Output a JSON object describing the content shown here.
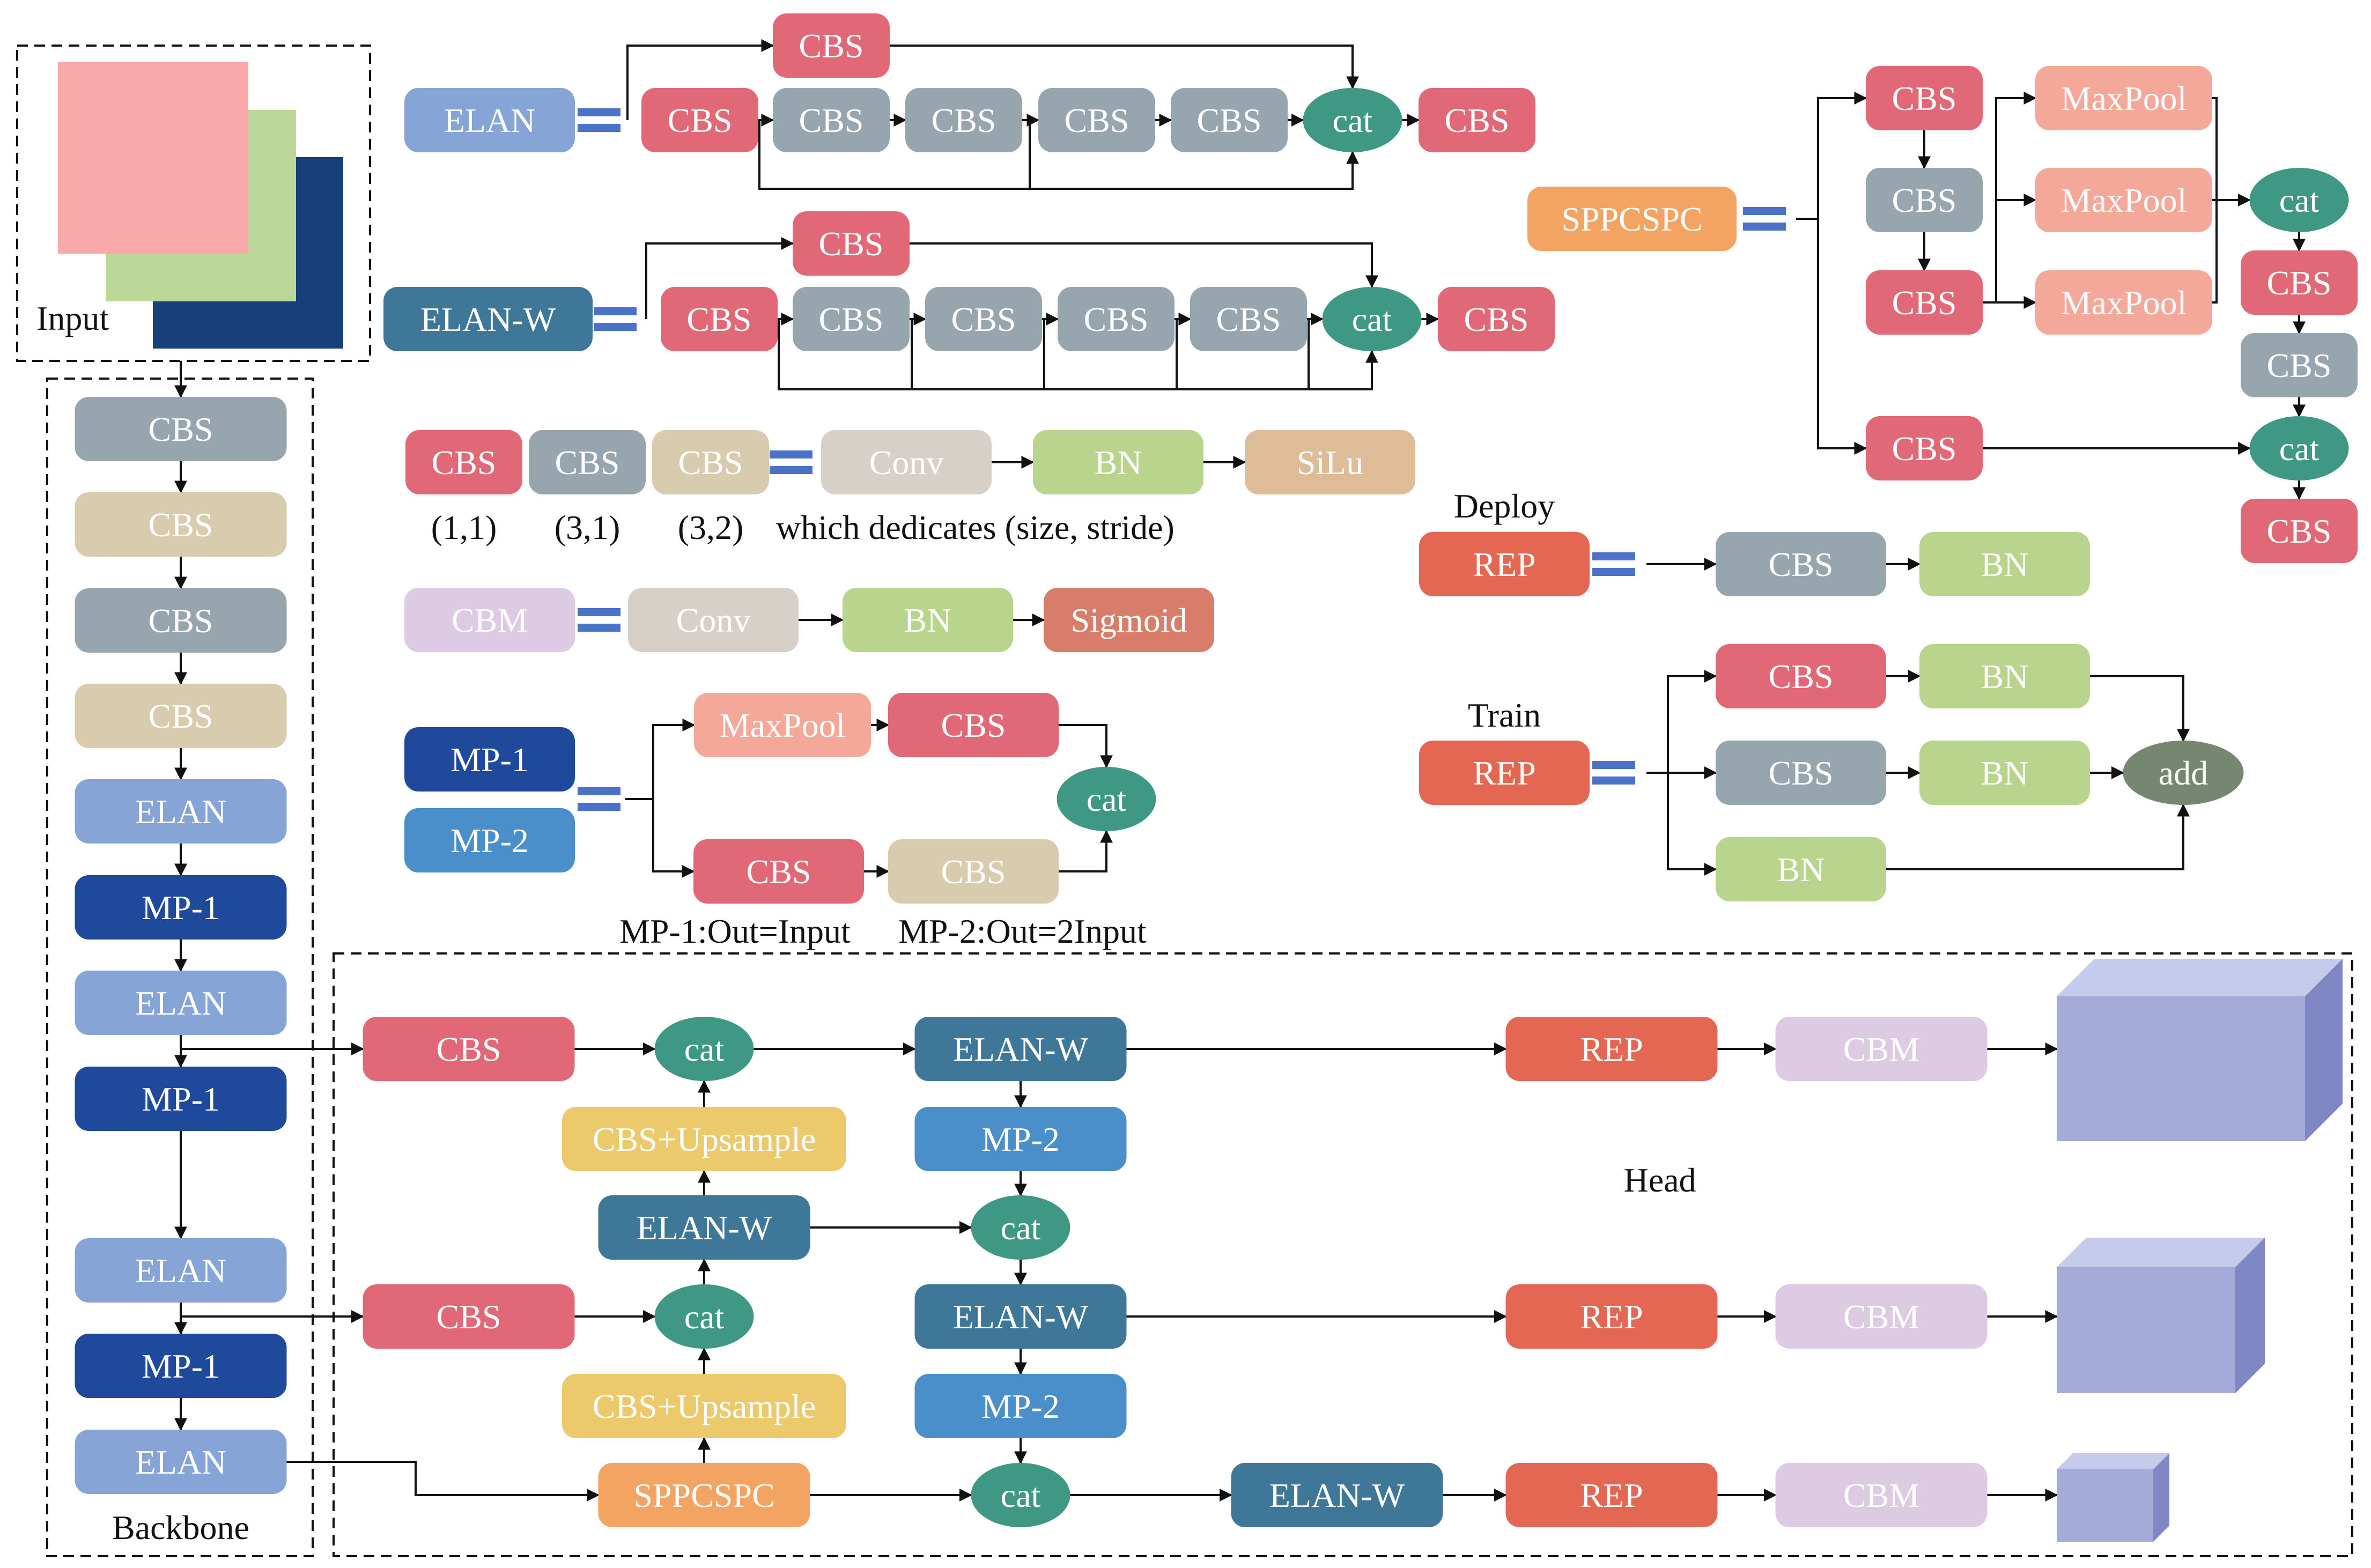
{
  "colors": {
    "cbs11": "#e06877",
    "cbs31": "#97a5ae",
    "cbs32": "#d9ccae",
    "elan": "#87a4d6",
    "elanw": "#3f7799",
    "mp1": "#1f4a9b",
    "mp2": "#4a8fc9",
    "sppcspc": "#f4a462",
    "maxpool": "#f3a89a",
    "conv": "#d6d0c9",
    "bn": "#b9d48c",
    "silu": "#dfbc98",
    "cbm": "#ddcbe3",
    "sigmoid": "#d77d6a",
    "rep": "#e46753",
    "upsample": "#ecc96a",
    "cat": "#3f9883",
    "add": "#768671",
    "equals": "#4b72c6",
    "input_front": "#f9a9a9",
    "input_mid": "#bcd898",
    "input_back": "#173f79",
    "head_output": "#a5abd9"
  },
  "labels": {
    "cbs": "CBS",
    "elan": "ELAN",
    "elanw": "ELAN-W",
    "mp1": "MP-1",
    "mp2": "MP-2",
    "sppcspc": "SPPCSPC",
    "maxpool": "MaxPool",
    "conv": "Conv",
    "bn": "BN",
    "silu": "SiLu",
    "cbm": "CBM",
    "sigmoid": "Sigmoid",
    "rep": "REP",
    "upsample": "CBS+Upsample",
    "cat": "cat",
    "add": "add"
  },
  "captions": {
    "input": "Input",
    "backbone": "Backbone",
    "head": "Head",
    "deploy": "Deploy",
    "train": "Train",
    "size11": "(1,1)",
    "size31": "(3,1)",
    "size32": "(3,2)",
    "cbs_note": "which dedicates (size, stride)",
    "mp1_out": "MP-1:Out=Input",
    "mp2_out": "MP-2:Out=2Input"
  }
}
